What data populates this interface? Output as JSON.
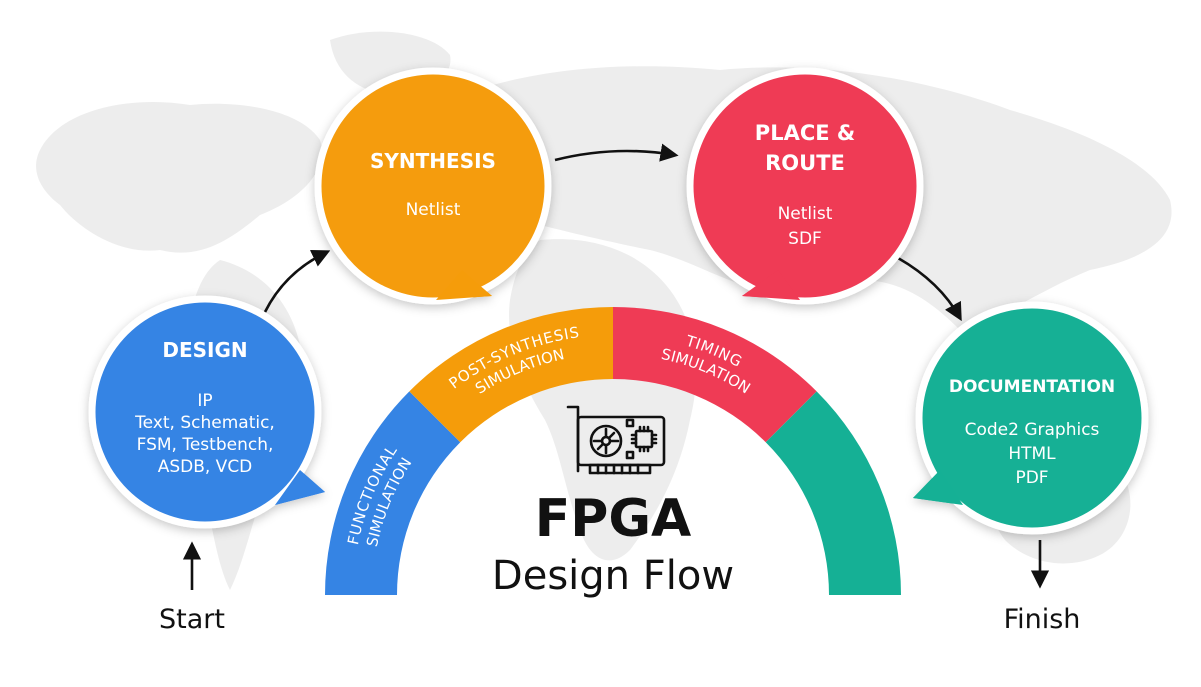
{
  "stages": [
    {
      "title_lines": [
        "DESIGN"
      ],
      "body_lines": [
        "IP",
        "Text, Schematic,",
        "FSM, Testbench,",
        "ASDB, VCD"
      ],
      "color": "#3584e4"
    },
    {
      "title_lines": [
        "SYNTHESIS"
      ],
      "body_lines": [
        "Netlist"
      ],
      "color": "#f59c0a"
    },
    {
      "title_lines": [
        "PLACE &",
        "ROUTE"
      ],
      "body_lines": [
        "Netlist",
        "SDF"
      ],
      "color": "#ef3b55"
    },
    {
      "title_lines": [
        "DOCUMENTATION"
      ],
      "body_lines": [
        "Code2 Graphics",
        "HTML",
        "PDF"
      ],
      "color": "#15b095"
    }
  ],
  "arc_segments": [
    {
      "lines": [
        "FUNCTIONAL",
        "SIMULATION"
      ],
      "color": "#3584e4"
    },
    {
      "lines": [
        "POST-SYNTHESIS",
        "SIMULATION"
      ],
      "color": "#f59c0a"
    },
    {
      "lines": [
        "TIMING",
        "SIMULATION"
      ],
      "color": "#ef3b55"
    },
    {
      "lines": [],
      "color": "#15b095"
    }
  ],
  "center": {
    "title": "FPGA",
    "subtitle": "Design Flow",
    "icon": "graphics-card-icon"
  },
  "start_label": "Start",
  "finish_label": "Finish",
  "background": {
    "map_color": "#ededed"
  }
}
